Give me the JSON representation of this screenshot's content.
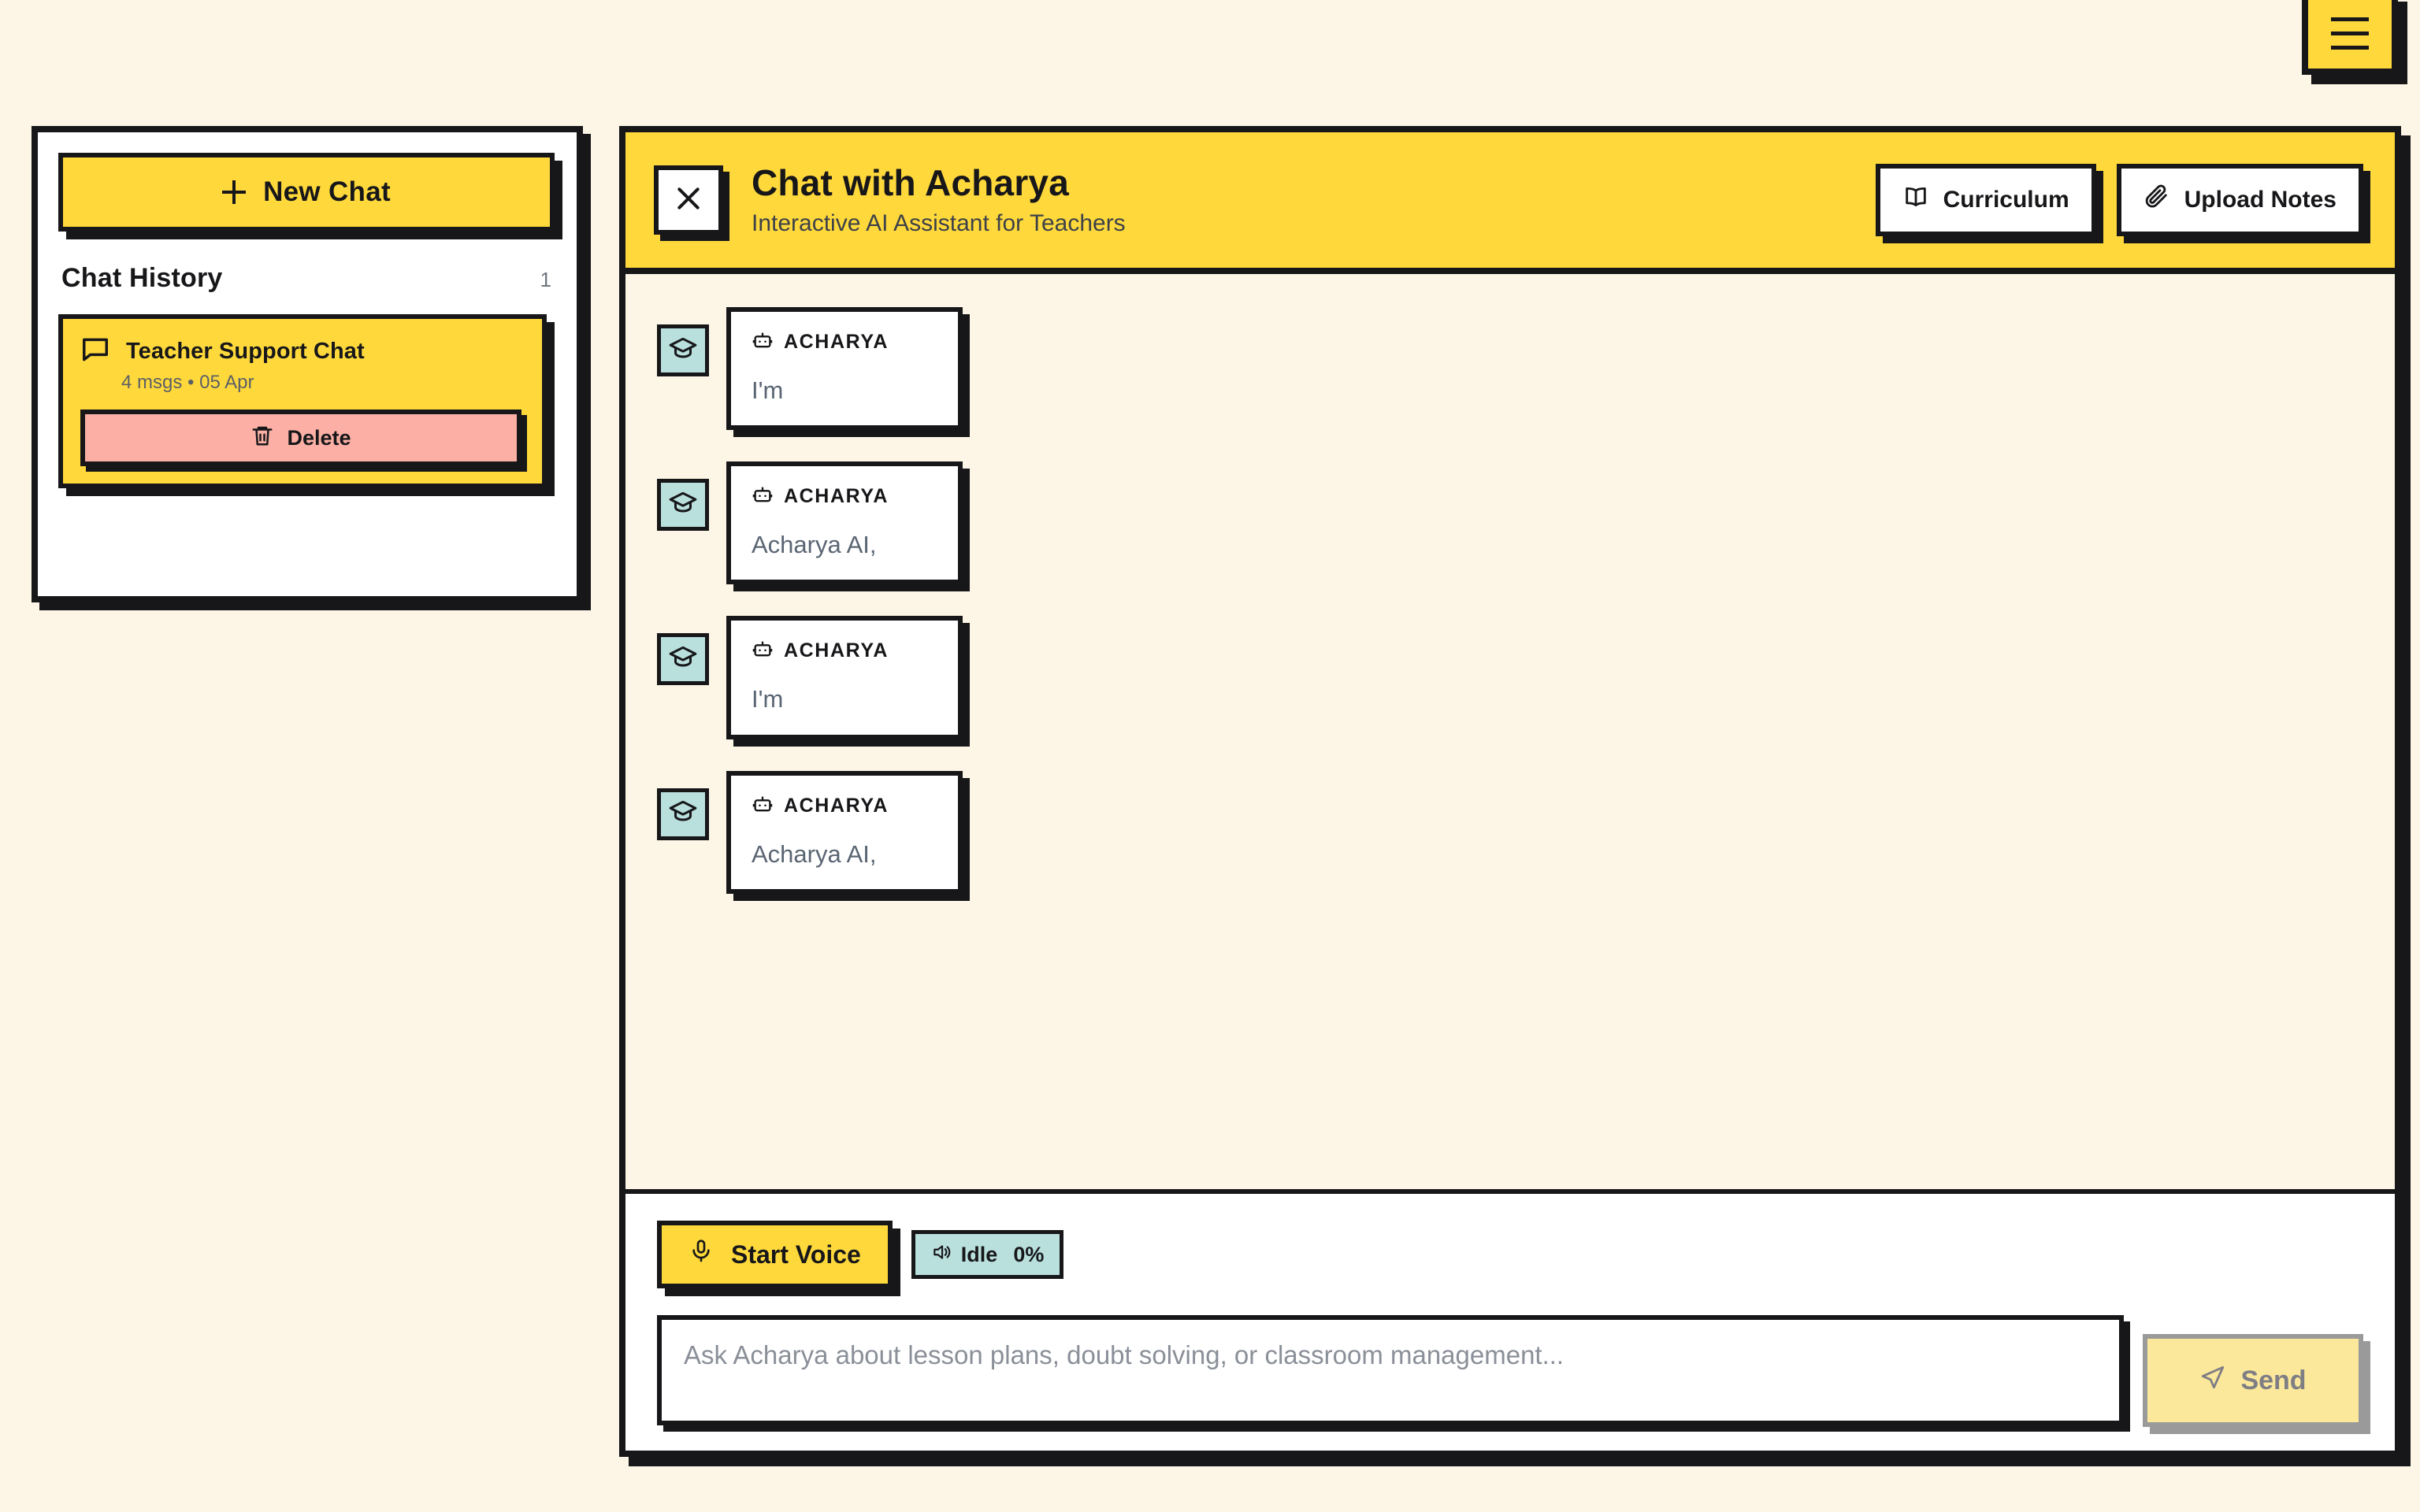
{
  "theme": {
    "background": "#FDF6E6",
    "accent_yellow": "#FFD93B",
    "ink": "#17171A",
    "teal": "#B9E0DD",
    "danger": "#FCB0A5",
    "disabled_yellow": "#FCE89B",
    "disabled_gray": "#9A9A9A"
  },
  "topbar": {
    "menu_label": "menu"
  },
  "sidebar": {
    "new_chat_label": "New Chat",
    "history_title": "Chat History",
    "history_count": "1",
    "items": [
      {
        "title": "Teacher Support Chat",
        "meta": "4 msgs • 05 Apr",
        "delete_label": "Delete"
      }
    ]
  },
  "header": {
    "title": "Chat with Acharya",
    "subtitle": "Interactive AI Assistant for Teachers",
    "close_label": "Close",
    "actions": [
      {
        "label": "Curriculum",
        "icon": "book-icon"
      },
      {
        "label": "Upload Notes",
        "icon": "paperclip-icon"
      }
    ]
  },
  "messages": [
    {
      "role": "ACHARYA",
      "text": "I'm"
    },
    {
      "role": "ACHARYA",
      "text": "Acharya AI,"
    },
    {
      "role": "ACHARYA",
      "text": "I'm"
    },
    {
      "role": "ACHARYA",
      "text": "Acharya AI,"
    }
  ],
  "composer": {
    "voice_label": "Start Voice",
    "status_label": "Idle",
    "status_percent": "0%",
    "input_value": "",
    "input_placeholder": "Ask Acharya about lesson plans, doubt solving, or classroom management...",
    "send_label": "Send"
  }
}
